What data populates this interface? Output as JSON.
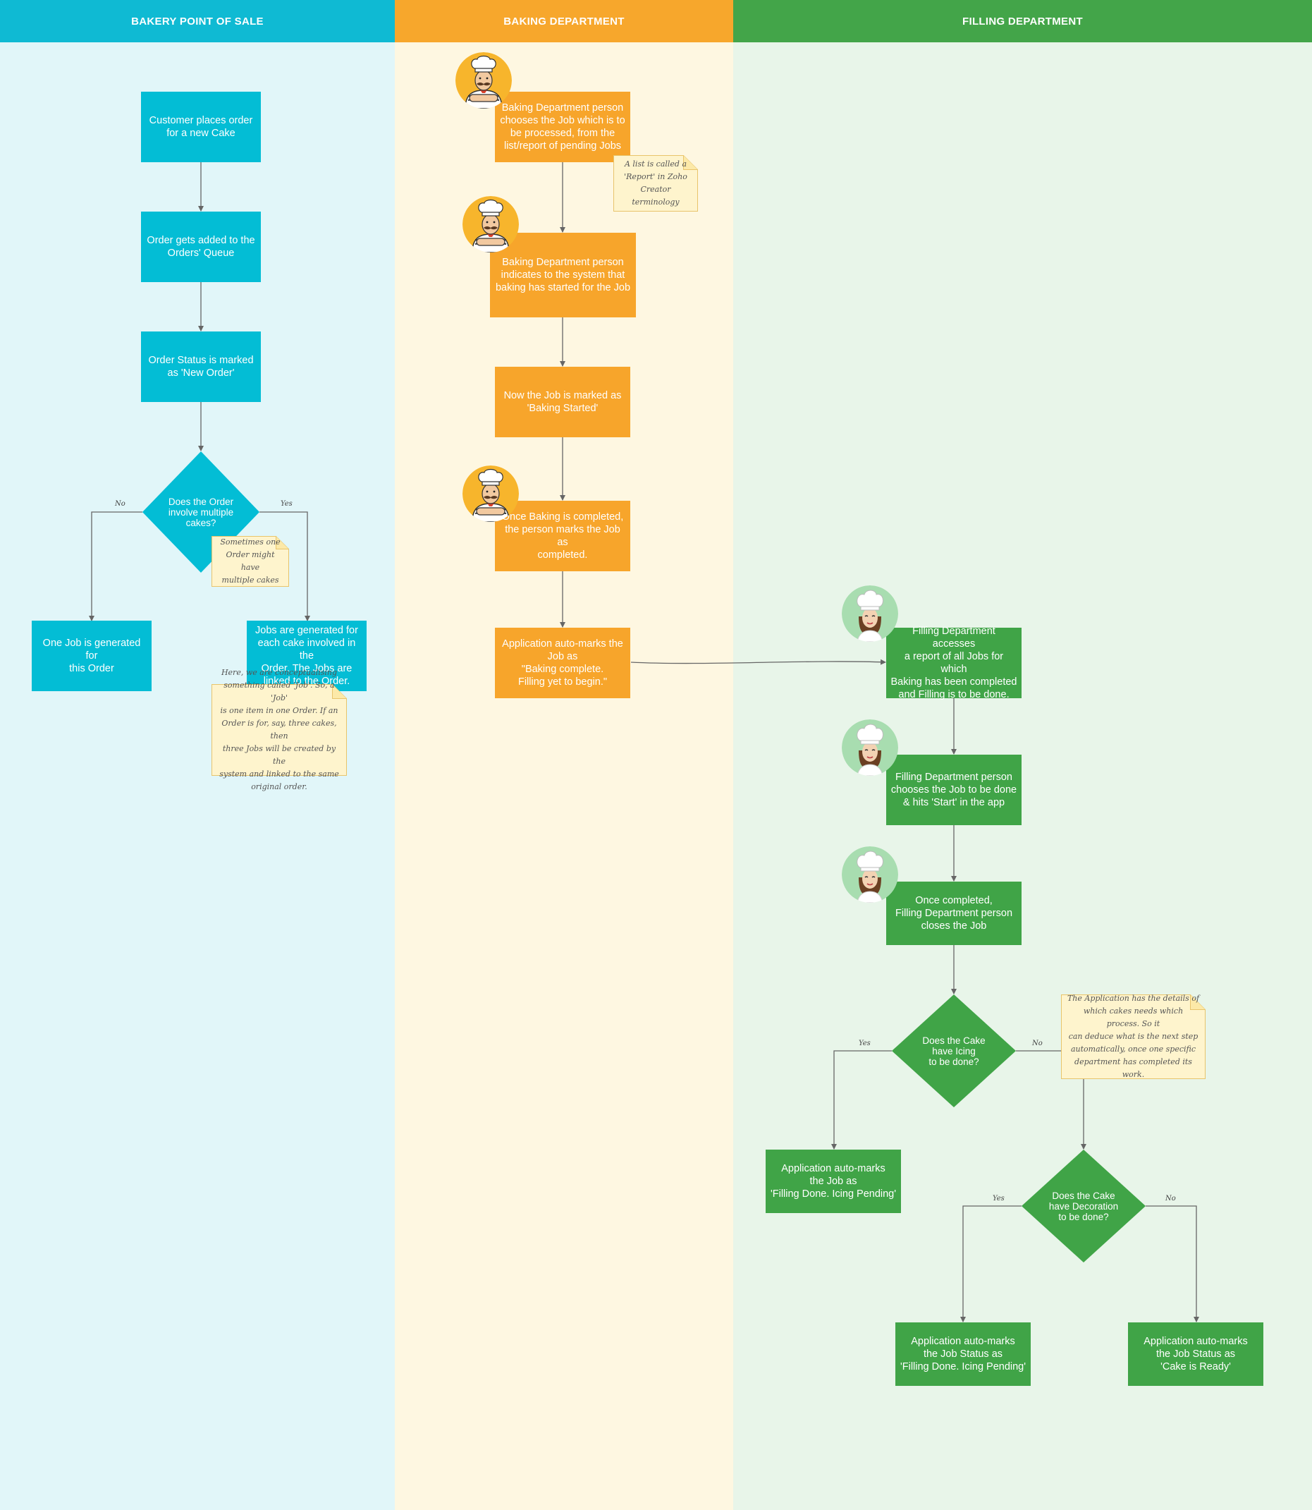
{
  "colors": {
    "pos_header": "#0FBAD3",
    "pos_bg": "#E1F6F9",
    "baking_header": "#F7A72C",
    "baking_bg": "#FEF7E1",
    "filling_header": "#43A549",
    "filling_bg": "#E8F5E9",
    "pos_node": "#03BDD5",
    "baking_node": "#F7A52B",
    "filling_node": "#40A447",
    "note_fill": "#FEF4CD",
    "note_border": "#E8C46B",
    "connector": "#666666"
  },
  "lanes": {
    "pos": {
      "title": "BAKERY POINT OF SALE"
    },
    "baking": {
      "title": "BAKING DEPARTMENT"
    },
    "filling": {
      "title": "FILLING DEPARTMENT"
    }
  },
  "nodes": {
    "customer_order": "Customer places order\nfor a new Cake",
    "added_queue": "Order gets added to the\nOrders' Queue",
    "status_new": "Order Status is marked\nas 'New Order'",
    "multi_decision": "Does the Order\ninvolve multiple\ncakes?",
    "one_job": "One Job is generated for\nthis Order",
    "jobs_generated": "Jobs are generated for\neach cake involved in the\nOrder. The Jobs are\nlinked to the Order.",
    "bake_choose": "Baking Department person\nchooses the Job which is  to\nbe processed, from the\nlist/report of pending Jobs",
    "bake_indicate": "Baking Department person\nindicates to the system that\nbaking has started for the Job",
    "bake_marked": "Now the Job is marked as\n'Baking Started'",
    "bake_complete": "Once Baking is completed,\nthe person marks the Job as\ncompleted.",
    "bake_auto": "Application auto-marks the\nJob as\n\"Baking complete.\nFilling yet to begin.\"",
    "fill_access": "Filling Department accesses\na report of all Jobs for which\nBaking has been completed\nand Filling is to be done.",
    "fill_choose": "Filling Department person\nchooses the Job to be done\n& hits 'Start' in the app",
    "fill_close": "Once completed,\nFilling Department person\ncloses the Job",
    "icing_decision": "Does the Cake\nhave Icing\nto be done?",
    "icing_yes_result": "Application auto-marks\nthe Job as\n'Filling Done. Icing Pending'",
    "deco_decision": "Does the Cake\nhave Decoration\nto be done?",
    "deco_yes_result": "Application auto-marks\nthe Job Status as\n'Filling Done. Icing Pending'",
    "deco_no_result": "Application auto-marks\nthe Job Status as\n'Cake is Ready'"
  },
  "notes": {
    "report_term": "A list is called a\n'Report' in Zoho\nCreator terminology",
    "multi_cakes": "Sometimes one\nOrder might have\nmultiple cakes",
    "job_concept": "Here, we are conceptualising\nsomething called 'Job'. So, a 'Job'\nis one item in one Order. If an\nOrder is for, say, three cakes, then\nthree Jobs will be created by the\nsystem and linked to the same\noriginal order.",
    "app_details": "The Application has the details of\nwhich cakes needs which process. So it\ncan deduce what is the next step\nautomatically, once one specific\ndepartment has completed its work."
  },
  "edge_labels": {
    "multi_no": "No",
    "multi_yes": "Yes",
    "icing_yes": "Yes",
    "icing_no": "No",
    "deco_yes": "Yes",
    "deco_no": "No"
  },
  "icons": {
    "baker": "male-chef-icon",
    "filler": "female-chef-icon"
  }
}
